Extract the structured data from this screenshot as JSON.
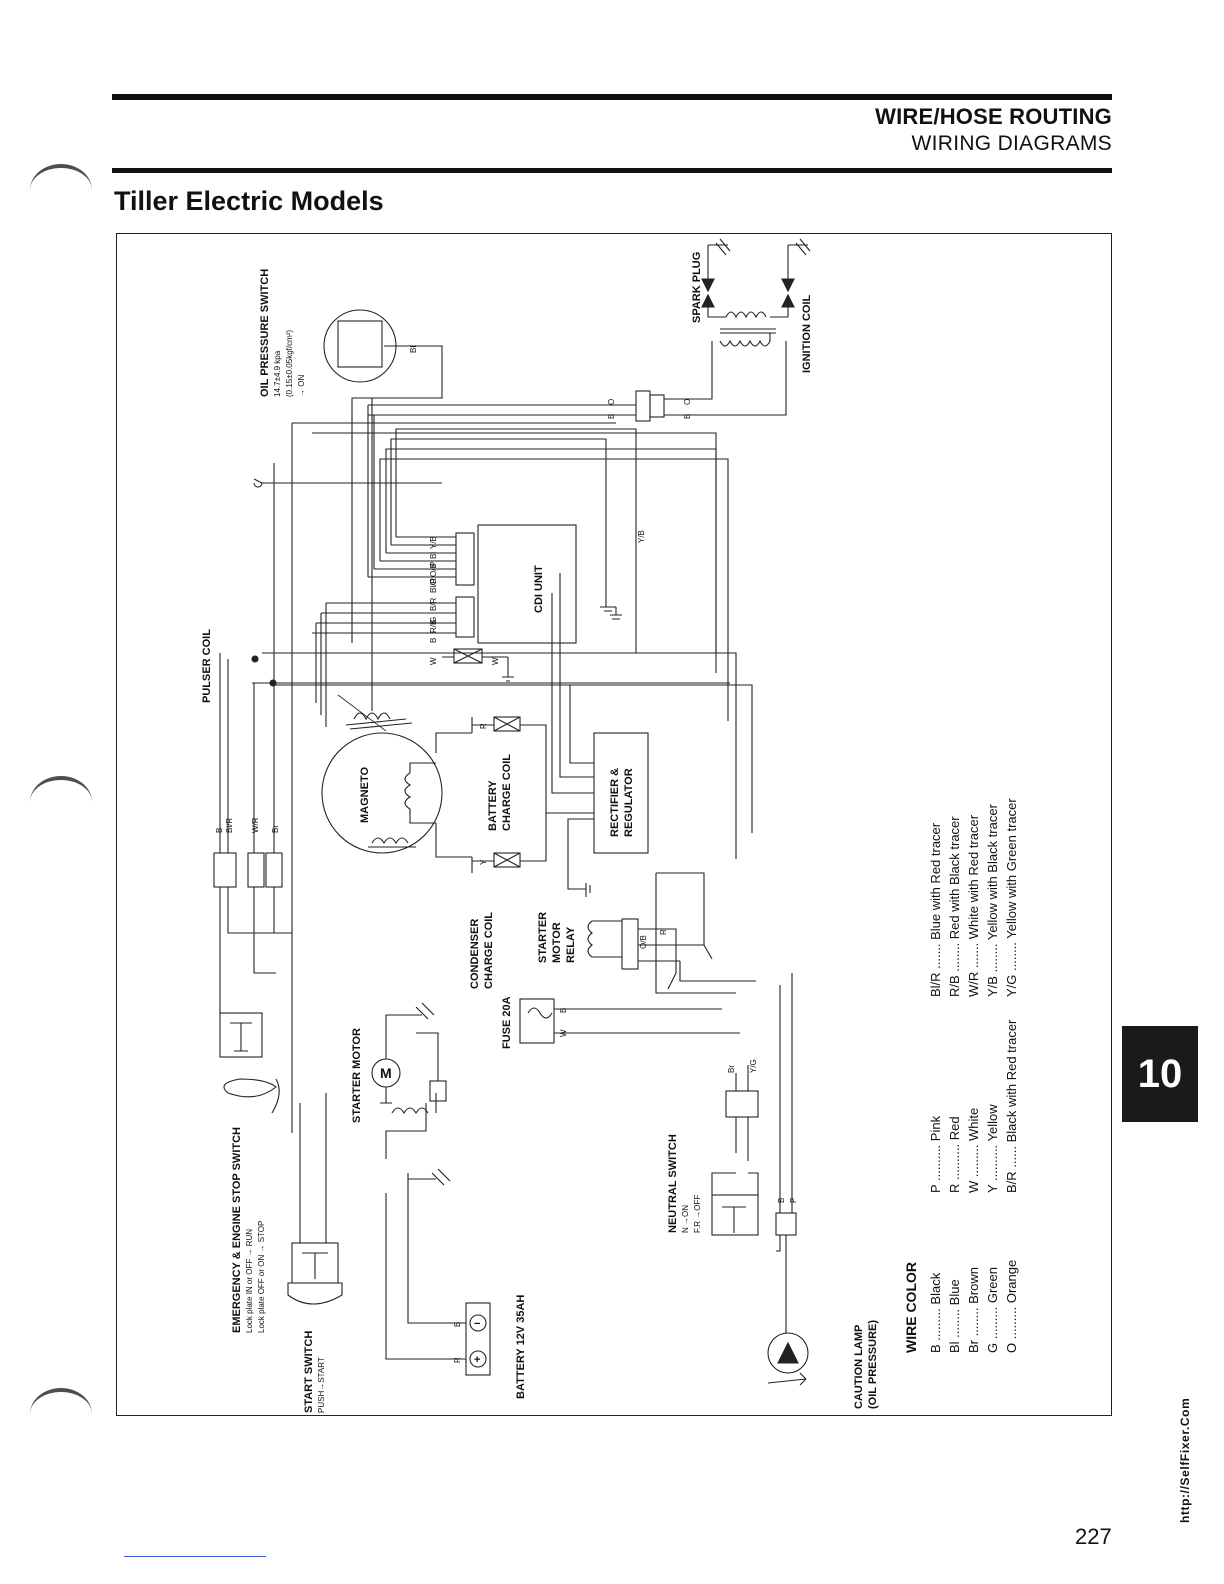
{
  "header": {
    "section": "WIRE/HOSE ROUTING",
    "subsection": "WIRING DIAGRAMS",
    "page_title": "Tiller Electric Models",
    "chapter_tab": "10",
    "page_number": "227",
    "watermark": "http://SelfFixer.Com"
  },
  "components": {
    "oil_pressure_switch": [
      "OIL PRESSURE SWITCH",
      "14.7±4.9 kpa",
      "(0.15±0.05kgf/cm²)",
      "→ ON"
    ],
    "spark_plug": "SPARK PLUG",
    "ignition_coil": "IGNITION COIL",
    "cdi_unit": "CDI UNIT",
    "pulser_coil": "PULSER COIL",
    "magneto": "MAGNETO",
    "battery_charge_coil": [
      "BATTERY",
      "CHARGE COIL"
    ],
    "rectifier": [
      "RECTIFIER &",
      "REGULATOR"
    ],
    "condenser_charge_coil": [
      "CONDENSER",
      "CHARGE COIL"
    ],
    "starter_motor_relay": [
      "STARTER",
      "MOTOR",
      "RELAY"
    ],
    "fuse": "FUSE 20A",
    "starter_motor": "STARTER MOTOR",
    "stop_switch": [
      "EMERGENCY & ENGINE STOP SWITCH",
      "Lock plate IN or OFF → RUN",
      "Lock plate OFF or ON → STOP"
    ],
    "start_switch": [
      "START SWITCH",
      "PUSH→START"
    ],
    "battery": "BATTERY  12V  35AH",
    "neutral_switch": [
      "NEUTRAL SWITCH",
      "N →ON",
      "F.R →OFF"
    ],
    "caution_lamp": [
      "CAUTION LAMP",
      "(OIL PRESSURE)"
    ]
  },
  "wire_labels": {
    "b": "B",
    "bl": "Bl",
    "br": "Br",
    "o": "O",
    "p": "P",
    "r": "R",
    "w": "W",
    "g": "G",
    "y": "Y",
    "ob": "O/B",
    "yb": "Y/B",
    "yg": "Y/G",
    "rb": "R/B",
    "blr": "Bl/R",
    "wr": "W/R",
    "br_red": "B/R",
    "m": "M",
    "plus": "+",
    "minus": "−"
  },
  "wire_color_legend": {
    "title": "WIRE COLOR",
    "col1": [
      "B ......... Black",
      "Bl ........ Blue",
      "Br ........ Brown",
      "G ......... Green",
      "O ......... Orange"
    ],
    "col2": [
      "P .......... Pink",
      "R .......... Red",
      "W ......... White",
      "Y .......... Yellow",
      "B/R ...... Black with Red tracer"
    ],
    "col3": [
      "Bl/R ....... Blue with Red tracer",
      "R/B ........ Red with Black tracer",
      "W/R ....... White with Red tracer",
      "Y/B ........ Yellow with Black tracer",
      "Y/G ........ Yellow with Green tracer"
    ]
  }
}
